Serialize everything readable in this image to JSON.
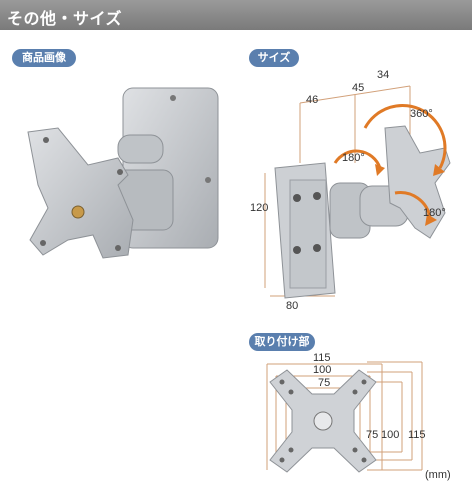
{
  "header": {
    "title": "その他・サイズ"
  },
  "sections": {
    "product_image": "商品画像",
    "size": "サイズ",
    "mount": "取り付け部"
  },
  "dimensions_size": {
    "top_46": "46",
    "top_45": "45",
    "top_34": "34",
    "rot_360": "360°",
    "rot_180_a": "180°",
    "rot_180_b": "180°",
    "height_120": "120",
    "width_80": "80"
  },
  "dimensions_mount": {
    "w_115": "115",
    "w_100": "100",
    "w_75": "75",
    "h_75": "75",
    "h_100": "100",
    "h_115": "115",
    "unit": "(mm)"
  },
  "colors": {
    "header": "#8a8a8a",
    "pill": "#5a7fae",
    "arrow": "#e07a26",
    "dim_line": "#d2a17a",
    "metal": "#c9ccd0"
  }
}
